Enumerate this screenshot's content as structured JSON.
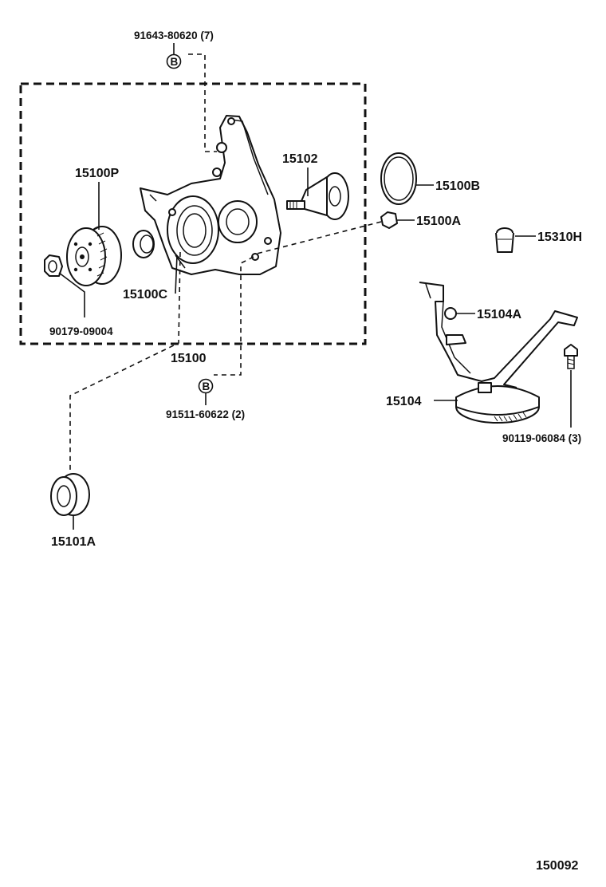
{
  "labels": {
    "bolt_top": "91643-80620 (7)",
    "bolt_bottom": "91511-60622 (2)",
    "marker_b": "B",
    "p15100P": "15100P",
    "p15102": "15102",
    "p15100B": "15100B",
    "p15100A": "15100A",
    "p15310H": "15310H",
    "p15104A": "15104A",
    "p15104": "15104",
    "p15100C": "15100C",
    "p90179": "90179-09004",
    "p15100": "15100",
    "p90119": "90119-06084 (3)",
    "p15101A": "15101A",
    "figure_no": "150092"
  }
}
